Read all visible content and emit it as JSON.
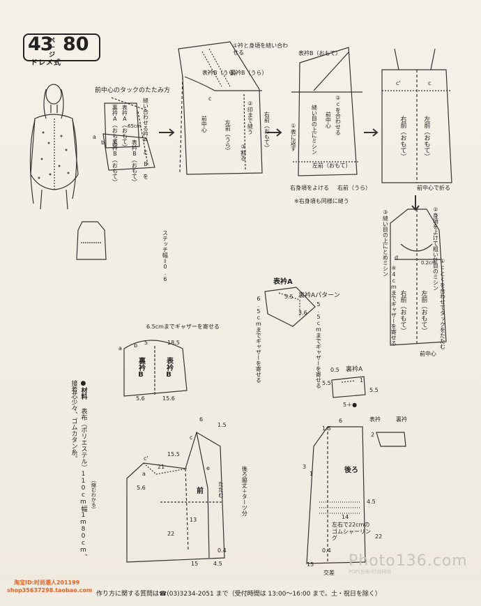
{
  "header": {
    "number": "43",
    "unit": "ページ",
    "page": "80",
    "style": "ドレメ式"
  },
  "step0": {
    "title": "前中心のタックのたたみ方",
    "label_eri_ura": "裏衿A（おもて）",
    "label_omote_eri": "表衿A（おもて）",
    "label_omote_eri_b": "表衿B（おもて）",
    "label_ura_eri_b": "裏衿B（おもて）",
    "a": "a",
    "b": "b",
    "measure": "65cm",
    "note": "縫い合わせる衿A と B を"
  },
  "step1": {
    "note1": "①衿と身頃を縫い合わせる",
    "omote_eri_b": "表衿B（うら）",
    "ura_eri_b": "裏衿B（うら）",
    "note2": "②印まで縫う",
    "note3": "③割る",
    "mae_chushin": "前中心",
    "hidari_mae": "左前（うら）",
    "migi_mae": "右前（おもて）",
    "c": "c"
  },
  "step2": {
    "omote_eri_b": "表衿B（おもて）",
    "note1": "①表に返す",
    "note2": "②cを合わせる",
    "mae_chushin": "前中心",
    "nuime": "縫い目の上にミシン",
    "hidari_mae": "左前（おもて）",
    "migi_yokeru": "右身頃をよける",
    "migi_mae_ura": "右前（うら）",
    "note_same": "※右身頃も同様に縫う"
  },
  "step3": {
    "migi_mae": "右前（おもて）",
    "hidari_mae": "左前（おもて）",
    "c1": "c'",
    "c2": "c",
    "fold": "前中心で折る"
  },
  "step4": {
    "note1": "①cとcを合わせてタックをたたむ",
    "note2": "②身頃をよけて粗い針目のミシン",
    "note3": "③縫い目の上にとめミシン",
    "note4": "④4cmまでギャザーを寄せる",
    "measure": "0.2cm",
    "migi_mae": "右前（おもて）",
    "hidari_mae": "左前（おもて）",
    "mae_chushin": "前中心",
    "d": "d"
  },
  "stitch": "ステッチ幅＝0.6",
  "eri_a_pattern": {
    "title": "表衿A",
    "subtitle": "裏衿Aパターン",
    "m55": "5.5",
    "m65": "6.5cmまでギャザーを寄せる",
    "m55b": "5.5cmまでギャザーを寄せる",
    "m36": "3.6",
    "m55c": "5.5"
  },
  "eri_b_pattern": {
    "gather": "6.5cmまでギャザーを寄せる",
    "m185": "18.5",
    "m5": "5",
    "ura": "裏衿B",
    "omote": "表衿B",
    "m56": "5.6",
    "m156": "15.6",
    "a": "a",
    "b": "b"
  },
  "ura_eri_a": {
    "title": "裏衿A",
    "m05": "0.5",
    "m55": "5.5",
    "m55b": "5.5",
    "m1": "1",
    "width": "5＋●"
  },
  "materials": {
    "title": "●材料",
    "fabric": "表布（ポリエステル）110cm幅1m80cm、",
    "other": "接着芯少々、ゴムカタン糸。",
    "note": "（縮むわかる）"
  },
  "front_pattern": {
    "mae": "前",
    "tatamu": "たたむ",
    "m6": "6",
    "m15": "1.5",
    "m155": "15.5",
    "m21": "21",
    "m56": "5.6",
    "m13": "13",
    "m22": "22",
    "m04": "0.4",
    "m45": "4.5",
    "m15b": "15",
    "c": "c",
    "c2": "c'",
    "a": "a",
    "e": "e",
    "side_note": "後ろ脇丈＋ターツ分"
  },
  "back_pattern": {
    "ushiro": "後ろ",
    "omote_eri": "表衿",
    "ura_eri": "裏衿",
    "m6": "6",
    "m15": "1.5",
    "m2": "2",
    "m45": "4.5",
    "m14": "14",
    "m22": "22",
    "m04": "0.4",
    "m1": "1",
    "m3": "3",
    "shirring": "左右で22cmのゴムシャーリング",
    "kosa": "交差",
    "m15b": "15"
  },
  "footer": {
    "text": "作り方に関する質問は☎(03)3234-2051 まで（受付時間は 13:00〜16:00 まで。土・祝日を除く）"
  },
  "watermark": {
    "shop_id": "淘宝ID:时尚潮人201199",
    "shop_url": "shop35637298.taobao.com",
    "site": "Photo136.com",
    "site_sub": "POP(充电)时尚网络"
  }
}
